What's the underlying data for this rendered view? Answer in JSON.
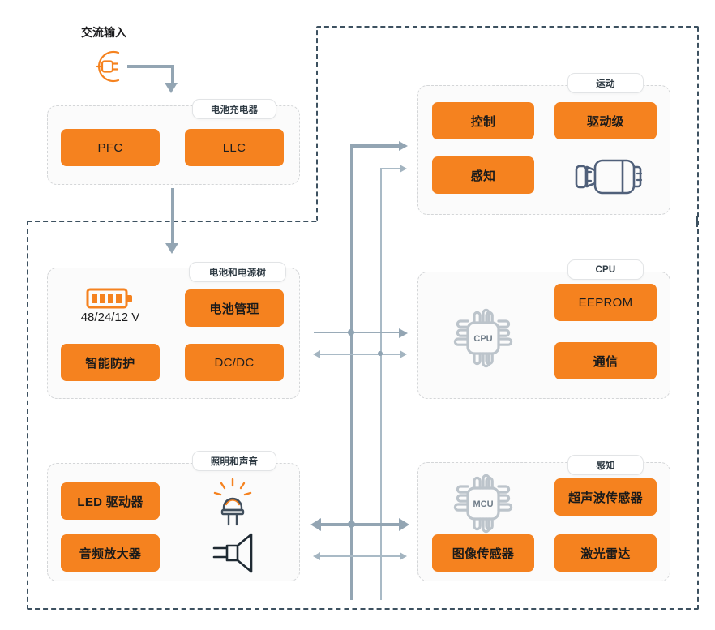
{
  "diagram": {
    "title_text": "交流输入",
    "colors": {
      "accent_orange": "#f5821f",
      "connector_blue_grey": "#93a5b3",
      "boundary_dark": "#3d5160",
      "panel_border": "#d4d6d8",
      "panel_fill": "#fbfbfb"
    },
    "icons": {
      "ac_plug": "ac-plug-icon",
      "battery": "battery-icon",
      "led": "led-lamp-icon",
      "speaker": "speaker-icon",
      "motor": "motor-icon",
      "cpu_chip": "cpu-chip-icon",
      "mcu_chip": "mcu-chip-icon"
    },
    "chip_labels": {
      "cpu": "CPU",
      "mcu": "MCU"
    },
    "sections": [
      {
        "id": "battery-charger",
        "label": "电池充电器",
        "blocks": [
          {
            "id": "pfc",
            "label": "PFC",
            "lang": "en"
          },
          {
            "id": "llc",
            "label": "LLC",
            "lang": "en"
          }
        ]
      },
      {
        "id": "battery-power-tree",
        "label": "电池和电源树",
        "voltage": "48/24/12 V",
        "blocks": [
          {
            "id": "battery-management",
            "label": "电池管理",
            "lang": "cn"
          },
          {
            "id": "smart-protection",
            "label": "智能防护",
            "lang": "cn"
          },
          {
            "id": "dc-dc",
            "label": "DC/DC",
            "lang": "en"
          }
        ]
      },
      {
        "id": "lighting-sound",
        "label": "照明和声音",
        "blocks": [
          {
            "id": "led-driver",
            "label": "LED 驱动器",
            "lang": "cn"
          },
          {
            "id": "audio-amplifier",
            "label": "音频放大器",
            "lang": "cn"
          }
        ]
      },
      {
        "id": "motion",
        "label": "运动",
        "blocks": [
          {
            "id": "control",
            "label": "控制",
            "lang": "cn"
          },
          {
            "id": "drive-stage",
            "label": "驱动级",
            "lang": "cn"
          },
          {
            "id": "sensing-motion",
            "label": "感知",
            "lang": "cn"
          }
        ]
      },
      {
        "id": "cpu",
        "label": "CPU",
        "blocks": [
          {
            "id": "eeprom",
            "label": "EEPROM",
            "lang": "en"
          },
          {
            "id": "communication",
            "label": "通信",
            "lang": "cn"
          }
        ]
      },
      {
        "id": "sensing",
        "label": "感知",
        "blocks": [
          {
            "id": "ultrasonic-sensor",
            "label": "超声波传感器",
            "lang": "cn"
          },
          {
            "id": "image-sensor",
            "label": "图像传感器",
            "lang": "cn"
          },
          {
            "id": "lidar",
            "label": "激光雷达",
            "lang": "cn"
          }
        ]
      }
    ]
  }
}
